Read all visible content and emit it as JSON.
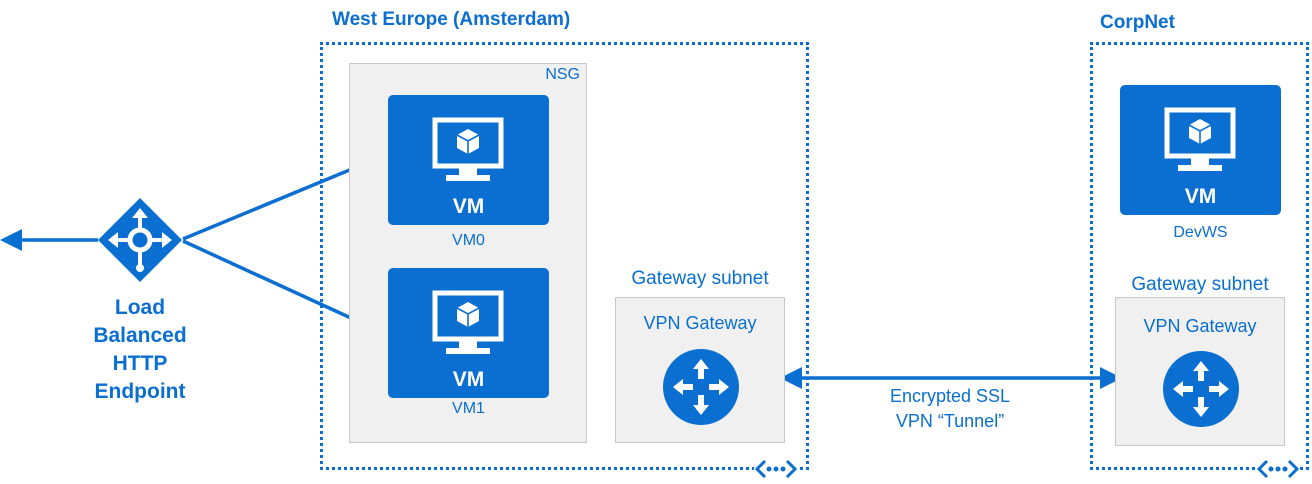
{
  "regions": {
    "west_europe": {
      "title": "West Europe (Amsterdam)"
    },
    "corpnet": {
      "title": "CorpNet"
    }
  },
  "nsg": {
    "label": "NSG"
  },
  "vms": {
    "vm0": {
      "tile_text": "VM",
      "name": "VM0"
    },
    "vm1": {
      "tile_text": "VM",
      "name": "VM1"
    },
    "devws": {
      "tile_text": "VM",
      "name": "DevWS"
    }
  },
  "gateways": {
    "west": {
      "subnet_label": "Gateway subnet",
      "label": "VPN Gateway"
    },
    "corp": {
      "subnet_label": "Gateway subnet",
      "label": "VPN Gateway"
    }
  },
  "load_balancer": {
    "lines": [
      "Load",
      "Balanced",
      "HTTP",
      "Endpoint"
    ]
  },
  "tunnel": {
    "lines": [
      "Encrypted SSL",
      "VPN “Tunnel”"
    ]
  },
  "colors": {
    "accent": "#0a6fd1",
    "box_fill": "#f0f0f0",
    "box_border": "#c8c8c8"
  },
  "icons": {
    "vm": "monitor-cube-icon",
    "load_balancer": "load-balancer-icon",
    "gateway": "vpn-gateway-router-icon",
    "vnet": "virtual-network-icon"
  }
}
